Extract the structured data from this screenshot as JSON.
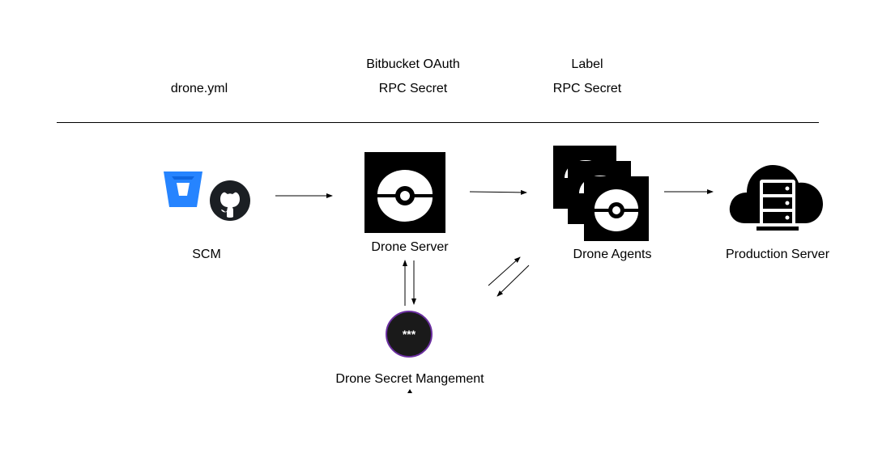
{
  "header_labels": {
    "scm_config": "drone.yml",
    "server_oauth": "Bitbucket OAuth",
    "server_secret": "RPC Secret",
    "agents_label": "Label",
    "agents_secret": "RPC Secret"
  },
  "nodes": {
    "scm": {
      "label": "SCM",
      "icons": [
        "bitbucket-icon",
        "github-icon"
      ]
    },
    "server": {
      "label": "Drone Server",
      "icon": "drone-logo-icon"
    },
    "agents": {
      "label": "Drone Agents",
      "icon": "drone-logo-stack-icon"
    },
    "production": {
      "label": "Production Server",
      "icon": "cloud-server-icon"
    },
    "secrets": {
      "label": "Drone Secret Mangement",
      "badge_text": "***"
    }
  },
  "colors": {
    "bitbucket_blue": "#2684FF",
    "bitbucket_dark": "#0052CC",
    "dark_tile": "#000000",
    "secret_circle": "#1a1a1a",
    "secret_ring": "#6b2fa0"
  }
}
